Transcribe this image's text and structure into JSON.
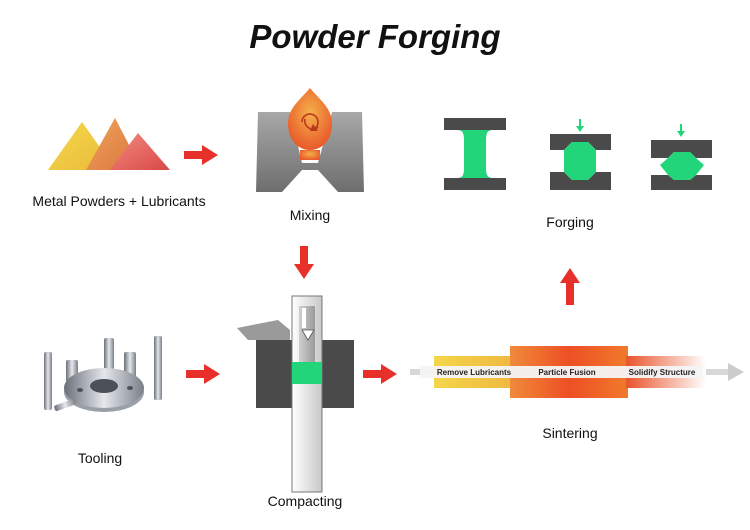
{
  "title": "Powder Forging",
  "steps": {
    "powders": "Metal Powders + Lubricants",
    "mixing": "Mixing",
    "forging": "Forging",
    "tooling": "Tooling",
    "compacting": "Compacting",
    "sintering": "Sintering"
  },
  "sintering_stages": [
    "Remove Lubricants",
    "Particle Fusion",
    "Solidify Structure"
  ],
  "colors": {
    "arrow": "#e8302a",
    "part": "#22d47a",
    "die": "#4a4a4a",
    "mixer": "#8a8a8a"
  }
}
